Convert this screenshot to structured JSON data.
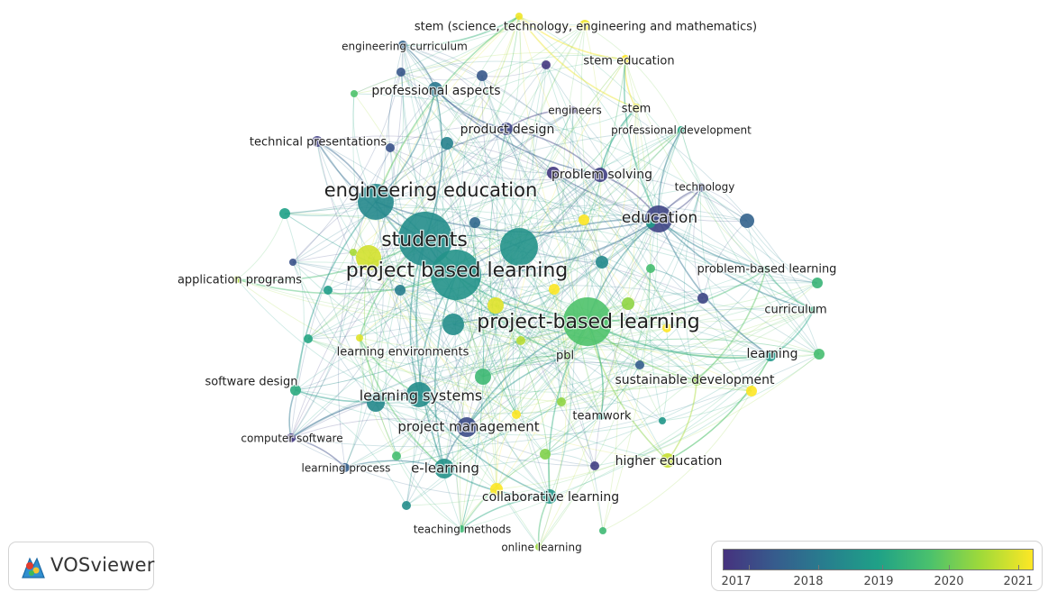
{
  "app": {
    "name": "VOSviewer"
  },
  "color_scale": {
    "colors": [
      "#46327e",
      "#365c8d",
      "#277f8e",
      "#1fa187",
      "#4ac16d",
      "#a0da39",
      "#fde725"
    ],
    "ticks": [
      "2017",
      "2018",
      "2019",
      "2020",
      "2021"
    ]
  },
  "network": {
    "nodes": [
      {
        "label": "stem (science, technology, engineering and mathematics)",
        "year": 2020.9
      },
      {
        "label": "engineering curriculum",
        "year": 2017.8
      },
      {
        "label": "stem education",
        "year": 2021
      },
      {
        "label": "professional aspects",
        "year": 2018.2
      },
      {
        "label": "engineers",
        "year": 2017.1
      },
      {
        "label": "stem",
        "year": 2020.8
      },
      {
        "label": "product design",
        "year": 2017.3
      },
      {
        "label": "professional development",
        "year": 2019.1
      },
      {
        "label": "technical presentations",
        "year": 2017.2
      },
      {
        "label": "problem solving",
        "year": 2017.2
      },
      {
        "label": "technology",
        "year": 2017.4
      },
      {
        "label": "engineering education",
        "year": 2018.5
      },
      {
        "label": "education",
        "year": 2017.3
      },
      {
        "label": "students",
        "year": 2018.6
      },
      {
        "label": "project based learning",
        "year": 2018.7
      },
      {
        "label": "application programs",
        "year": 2020.5
      },
      {
        "label": "problem-based learning",
        "year": 2019.4
      },
      {
        "label": "curriculum",
        "year": 2019.3
      },
      {
        "label": "project-based learning",
        "year": 2019.7
      },
      {
        "label": "learning",
        "year": 2018.8
      },
      {
        "label": "learning environments",
        "year": 2020.8
      },
      {
        "label": "pbl",
        "year": 2020
      },
      {
        "label": "software design",
        "year": 2019.2
      },
      {
        "label": "sustainable development",
        "year": 2020.2
      },
      {
        "label": "learning systems",
        "year": 2018.6
      },
      {
        "label": "project management",
        "year": 2017.4
      },
      {
        "label": "teamwork",
        "year": 2018.9
      },
      {
        "label": "computer software",
        "year": 2017.1
      },
      {
        "label": "higher education",
        "year": 2020.6
      },
      {
        "label": "learning process",
        "year": 2017.7
      },
      {
        "label": "e-learning",
        "year": 2018.7
      },
      {
        "label": "collaborative learning",
        "year": 2018.8
      },
      {
        "label": "teaching methods",
        "year": 2019.5
      },
      {
        "label": "online learning",
        "year": 2020.3
      }
    ]
  }
}
